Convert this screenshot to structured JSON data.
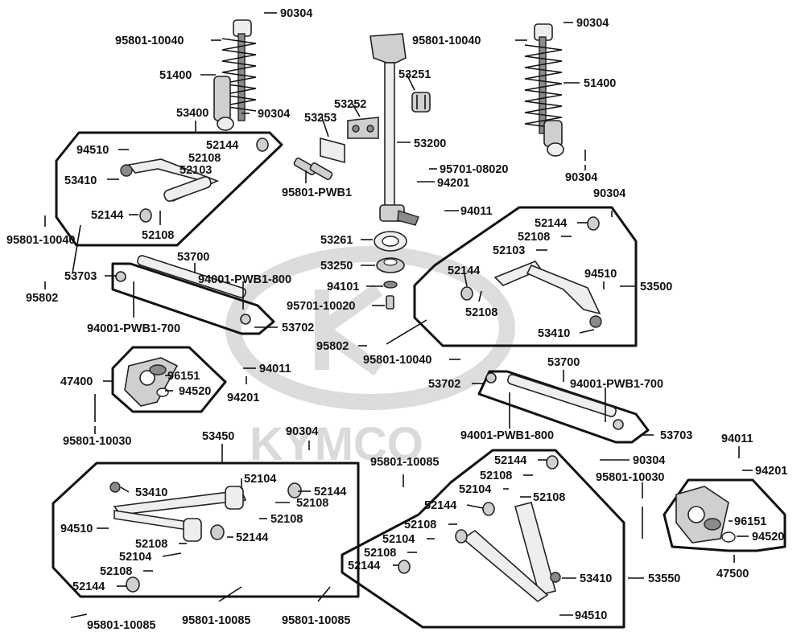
{
  "watermark": {
    "brand": "KYMCO"
  },
  "labels": {
    "l_90304_a": "90304",
    "l_95801_10040_a": "95801-10040",
    "l_51400_a": "51400",
    "l_90304_b": "90304",
    "l_53400": "53400",
    "l_94510_a": "94510",
    "l_52144_a": "52144",
    "l_52108_a": "52108",
    "l_52103_a": "52103",
    "l_53410_a": "53410",
    "l_52144_b": "52144",
    "l_52108_b": "52108",
    "l_95801_10040_b": "95801-10040",
    "l_53700_a": "53700",
    "l_53703_a": "53703",
    "l_95802_a": "95802",
    "l_94001_pwb1_800_a": "94001-PWB1-800",
    "l_94001_pwb1_700_a": "94001-PWB1-700",
    "l_53702_a": "53702",
    "l_53252": "53252",
    "l_53253": "53253",
    "l_53251": "53251",
    "l_53200": "53200",
    "l_95701_08020": "95701-08020",
    "l_94201_a": "94201",
    "l_95801_pwb1": "95801-PWB1",
    "l_94011_a": "94011",
    "l_53261": "53261",
    "l_53250": "53250",
    "l_94101": "94101",
    "l_95701_10020": "95701-10020",
    "l_95802_b": "95802",
    "l_95801_10040_c": "95801-10040",
    "l_94011_b": "94011",
    "l_94201_b": "94201",
    "l_90304_c": "90304",
    "l_95801_10040_d": "95801-10040",
    "l_51400_b": "51400",
    "l_90304_d": "90304",
    "l_90304_e": "90304",
    "l_52144_c": "52144",
    "l_52108_c": "52108",
    "l_52103_b": "52103",
    "l_52144_d": "52144",
    "l_94510_b": "94510",
    "l_53500": "53500",
    "l_52108_d": "52108",
    "l_53410_b": "53410",
    "l_53700_b": "53700",
    "l_53702_b": "53702",
    "l_94001_pwb1_700_b": "94001-PWB1-700",
    "l_94001_pwb1_800_b": "94001-PWB1-800",
    "l_53703_b": "53703",
    "l_47400": "47400",
    "l_96151_a": "96151",
    "l_94520_a": "94520",
    "l_95801_10030_a": "95801-10030",
    "l_53450": "53450",
    "l_90304_f": "90304",
    "l_53410_c": "53410",
    "l_52104_a": "52104",
    "l_52144_e": "52144",
    "l_52108_e": "52108",
    "l_52108_f": "52108",
    "l_94510_c": "94510",
    "l_52144_f": "52144",
    "l_52108_g": "52108",
    "l_52104_b": "52104",
    "l_52108_h": "52108",
    "l_52144_g": "52144",
    "l_95801_10085_a": "95801-10085",
    "l_95801_10085_b": "95801-10085",
    "l_95801_10085_c": "95801-10085",
    "l_95801_10085_d": "95801-10085",
    "l_52144_h": "52144",
    "l_52108_i": "52108",
    "l_52104_c": "52104",
    "l_52108_j": "52108",
    "l_52144_i": "52144",
    "l_52108_k": "52108",
    "l_52104_d": "52104",
    "l_52108_l": "52108",
    "l_52144_j": "52144",
    "l_53410_d": "53410",
    "l_53550": "53550",
    "l_94510_d": "94510",
    "l_90304_g": "90304",
    "l_95801_10030_b": "95801-10030",
    "l_94011_c": "94011",
    "l_94201_c": "94201",
    "l_96151_b": "96151",
    "l_94520_b": "94520",
    "l_47500": "47500"
  }
}
